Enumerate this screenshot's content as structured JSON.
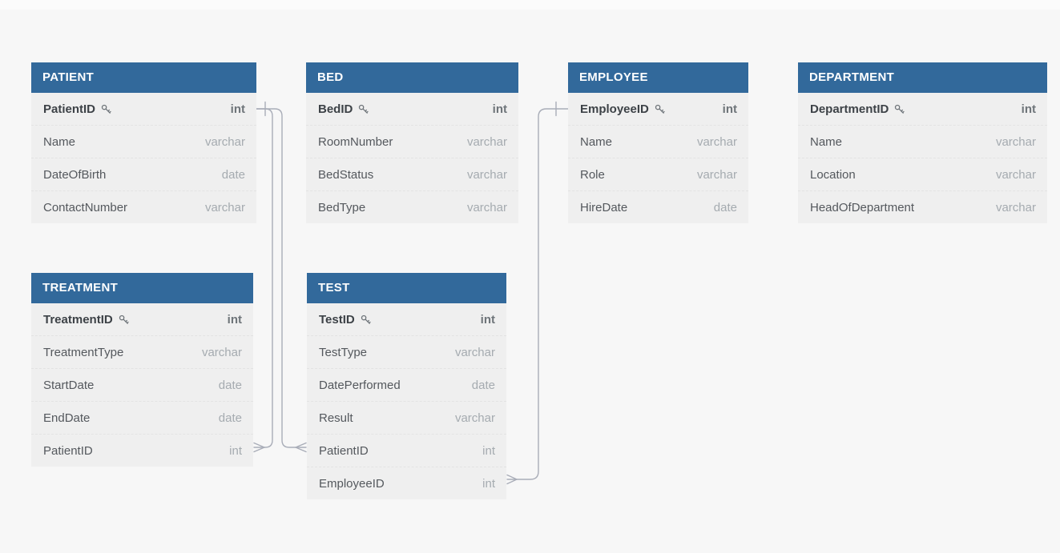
{
  "diagram": {
    "colors": {
      "header_background": "#32699B",
      "header_text": "#ffffff",
      "row_background": "#efefef",
      "canvas_background": "#f7f7f7",
      "connector_line": "#a9adb8",
      "primary_key_text": "#3d4247",
      "column_name_text": "#54585d",
      "column_type_text": "#a5abb0"
    },
    "tables": [
      {
        "name": "PATIENT",
        "columns": [
          {
            "name": "PatientID",
            "type": "int",
            "key": true
          },
          {
            "name": "Name",
            "type": "varchar"
          },
          {
            "name": "DateOfBirth",
            "type": "date"
          },
          {
            "name": "ContactNumber",
            "type": "varchar"
          }
        ]
      },
      {
        "name": "BED",
        "columns": [
          {
            "name": "BedID",
            "type": "int",
            "key": true
          },
          {
            "name": "RoomNumber",
            "type": "varchar"
          },
          {
            "name": "BedStatus",
            "type": "varchar"
          },
          {
            "name": "BedType",
            "type": "varchar"
          }
        ]
      },
      {
        "name": "EMPLOYEE",
        "columns": [
          {
            "name": "EmployeeID",
            "type": "int",
            "key": true
          },
          {
            "name": "Name",
            "type": "varchar"
          },
          {
            "name": "Role",
            "type": "varchar"
          },
          {
            "name": "HireDate",
            "type": "date"
          }
        ]
      },
      {
        "name": "DEPARTMENT",
        "columns": [
          {
            "name": "DepartmentID",
            "type": "int",
            "key": true
          },
          {
            "name": "Name",
            "type": "varchar"
          },
          {
            "name": "Location",
            "type": "varchar"
          },
          {
            "name": "HeadOfDepartment",
            "type": "varchar"
          }
        ]
      },
      {
        "name": "TREATMENT",
        "columns": [
          {
            "name": "TreatmentID",
            "type": "int",
            "key": true
          },
          {
            "name": "TreatmentType",
            "type": "varchar"
          },
          {
            "name": "StartDate",
            "type": "date"
          },
          {
            "name": "EndDate",
            "type": "date"
          },
          {
            "name": "PatientID",
            "type": "int"
          }
        ]
      },
      {
        "name": "TEST",
        "columns": [
          {
            "name": "TestID",
            "type": "int",
            "key": true
          },
          {
            "name": "TestType",
            "type": "varchar"
          },
          {
            "name": "DatePerformed",
            "type": "date"
          },
          {
            "name": "Result",
            "type": "varchar"
          },
          {
            "name": "PatientID",
            "type": "int"
          },
          {
            "name": "EmployeeID",
            "type": "int"
          }
        ]
      }
    ],
    "relationships": [
      {
        "from_table": "PATIENT",
        "from_column": "PatientID",
        "from_cardinality": "one",
        "to_table": "TREATMENT",
        "to_column": "PatientID",
        "to_cardinality": "many"
      },
      {
        "from_table": "PATIENT",
        "from_column": "PatientID",
        "from_cardinality": "one",
        "to_table": "TEST",
        "to_column": "PatientID",
        "to_cardinality": "many"
      },
      {
        "from_table": "EMPLOYEE",
        "from_column": "EmployeeID",
        "from_cardinality": "one",
        "to_table": "TEST",
        "to_column": "EmployeeID",
        "to_cardinality": "many"
      }
    ]
  }
}
